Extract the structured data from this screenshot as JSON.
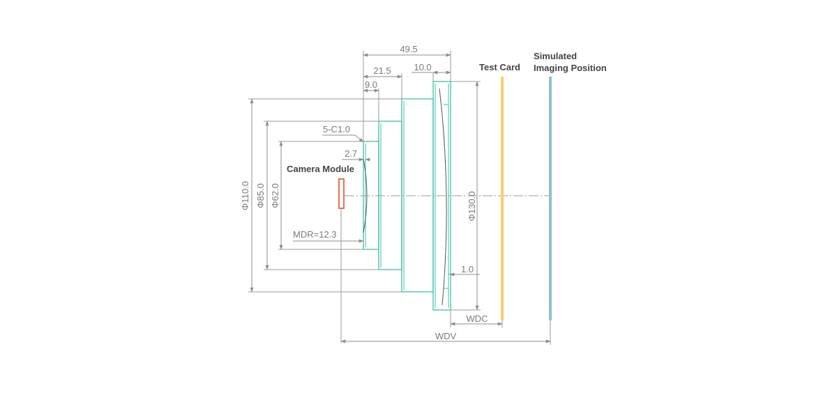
{
  "labels": {
    "camera_module": "Camera Module",
    "test_card": "Test Card",
    "simulated_line1": "Simulated",
    "simulated_line2": "Imaging Position"
  },
  "dimensions": {
    "len_49_5": "49.5",
    "len_21_5": "21.5",
    "len_10_0": "10.0",
    "len_9_0": "9.0",
    "chamfer": "5-C1.0",
    "len_2_7": "2.7",
    "mdr": "MDR=12.3",
    "dia_110": "Φ110.0",
    "dia_85": "Φ85.0",
    "dia_62": "Φ62.0",
    "dia_130": "Φ130.0",
    "len_1_0": "1.0",
    "wdc": "WDC",
    "wdv": "WDV"
  },
  "colors": {
    "lens_outline": "#3fbfa8",
    "camera_module": "#e8734f",
    "test_card": "#f7d06b",
    "simulated_imaging": "#8fbde0",
    "dimension_line": "#8c8c8c"
  }
}
